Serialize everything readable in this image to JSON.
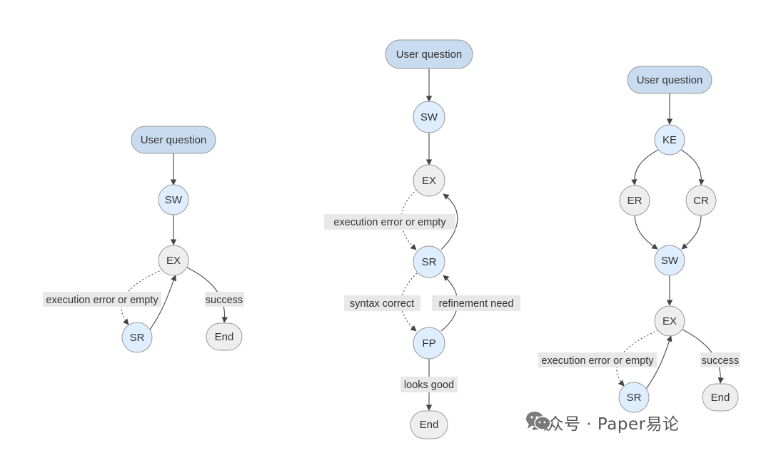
{
  "colors": {
    "pill_fill": "#c9dbee",
    "blue_fill": "#deeeff",
    "gray_fill": "#eeeeee",
    "node_stroke": "#999999",
    "edge": "#555555",
    "label_bg": "#e8e8e8",
    "text": "#333333"
  },
  "left_diagram": {
    "user_question": "User question",
    "sw": "SW",
    "ex": "EX",
    "sr": "SR",
    "end": "End",
    "label_error": "execution error or empty",
    "label_success": "success"
  },
  "middle_diagram": {
    "user_question": "User question",
    "sw": "SW",
    "ex": "EX",
    "sr": "SR",
    "fp": "FP",
    "end": "End",
    "label_error": "execution error or empty",
    "label_syntax": "syntax correct",
    "label_refine": "refinement need",
    "label_good": "looks good"
  },
  "right_diagram": {
    "user_question": "User question",
    "ke": "KE",
    "er": "ER",
    "cr": "CR",
    "sw": "SW",
    "ex": "EX",
    "sr": "SR",
    "end": "End",
    "label_error": "execution error or empty",
    "label_success": "success"
  },
  "watermark": {
    "icon": "wechat-icon",
    "text": "公众号 · Paper易论"
  }
}
